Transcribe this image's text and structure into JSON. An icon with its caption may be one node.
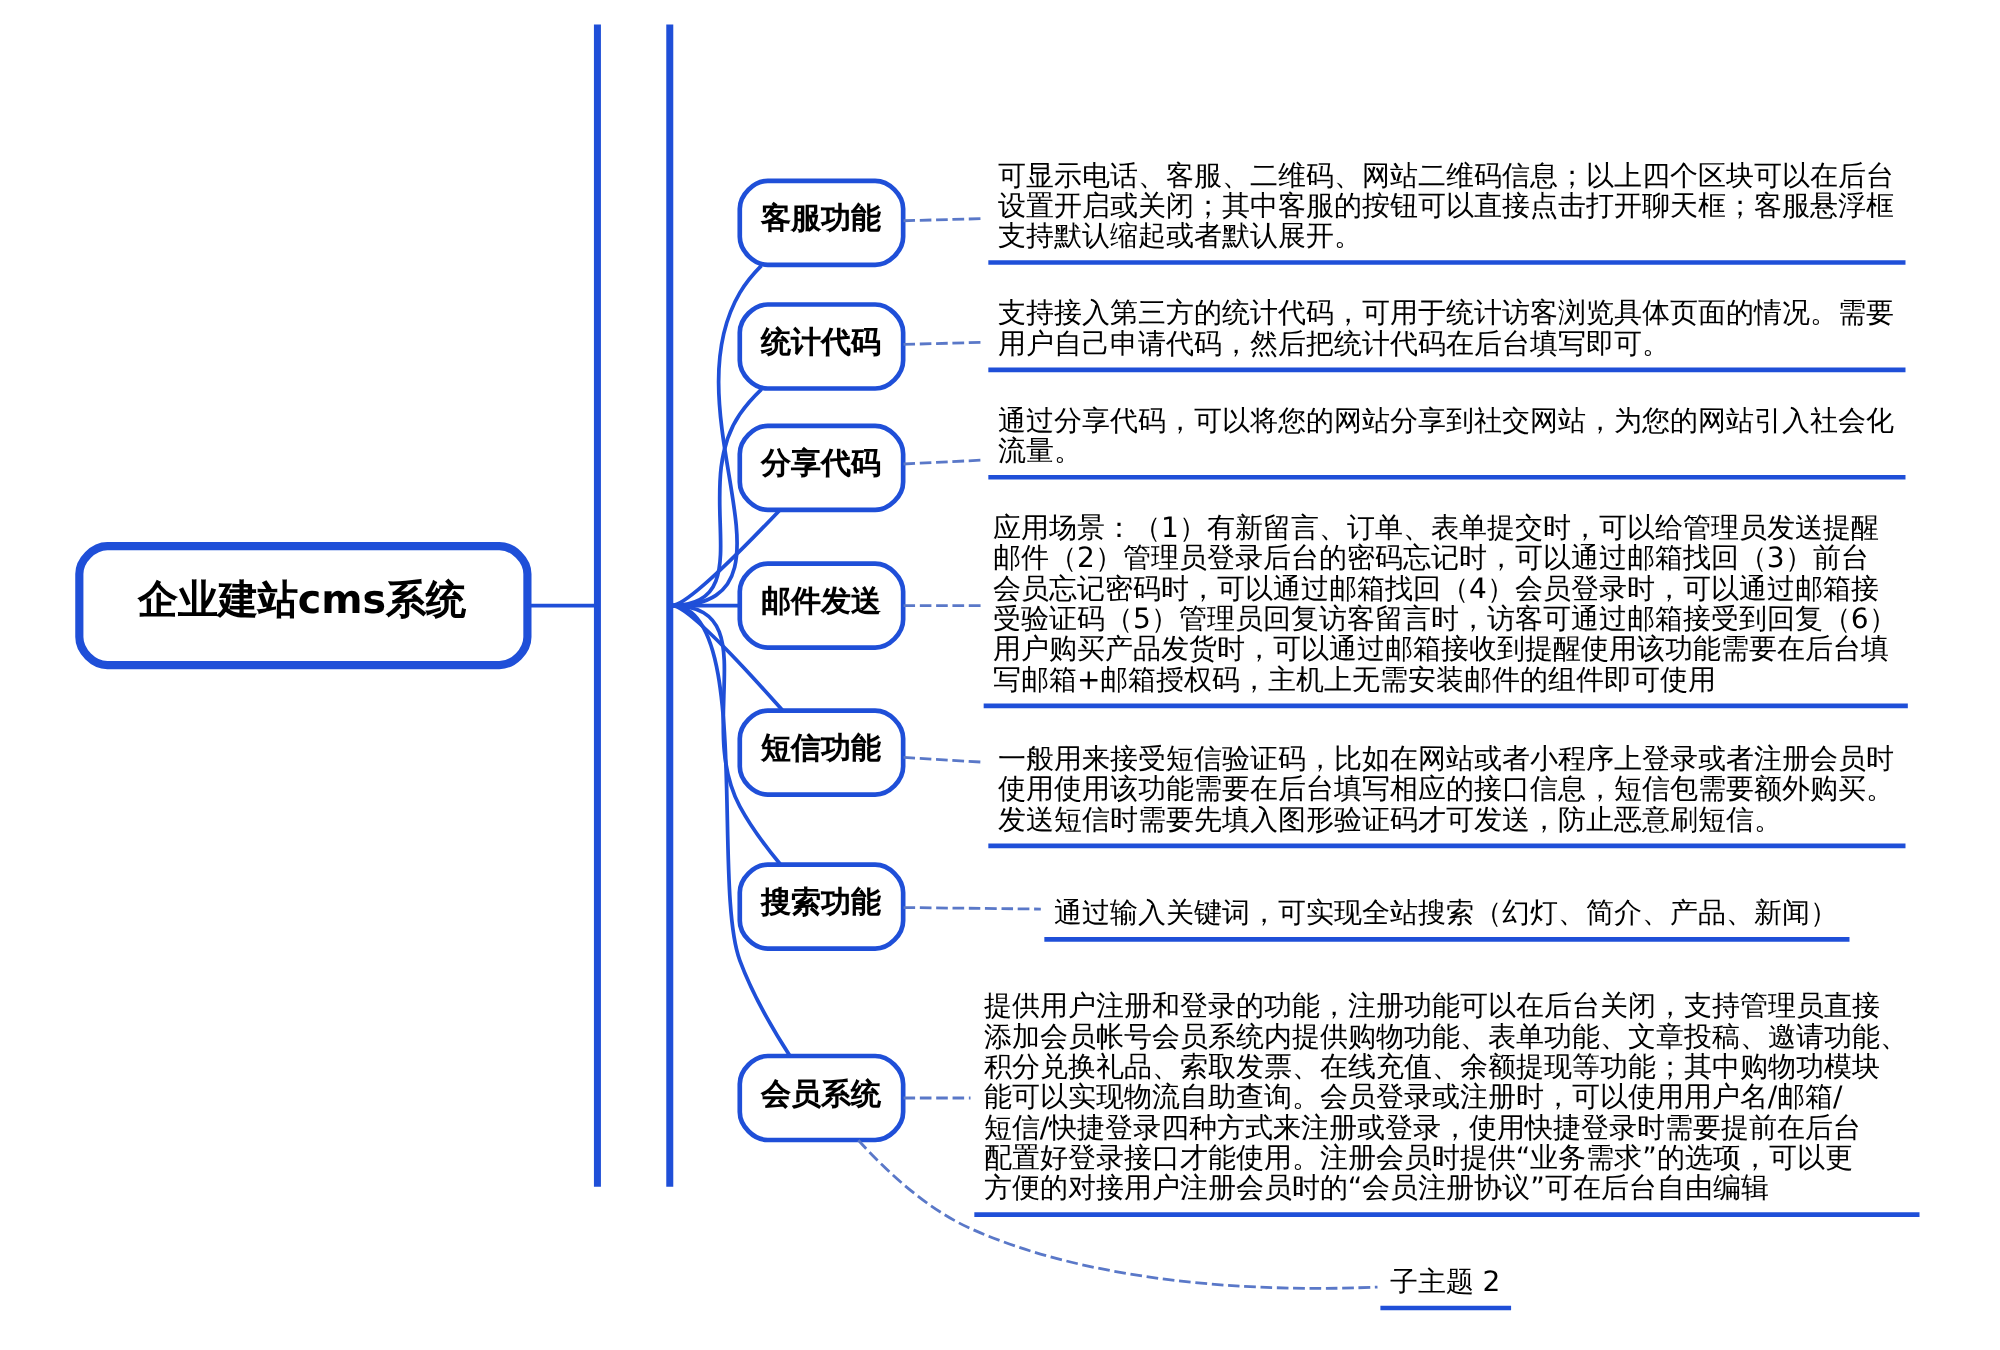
{
  "diagram": {
    "nodes": [
      {
        "text": [
          "企业建站cms系统"
        ]
      },
      {
        "text": [],
        "shape": "bar"
      },
      {
        "text": [],
        "shape": "bar"
      },
      {
        "text": [
          "客服功能"
        ]
      },
      {
        "text": [
          "可显示电话、客服、二维码、网站二维码信息；以上四个区块可以在后台设置开启或关闭；其中客服的按钮可以直接点击打开聊天框；客服悬浮框支持默认缩起或者默认展开。"
        ]
      },
      {
        "text": [
          "统计代码"
        ]
      },
      {
        "text": [
          "支持接入第三方的统计代码，可用于统计访客浏览具体页面的情况。需要用户自己申请代码，然后把统计代码在后台填写即可。"
        ]
      },
      {
        "text": [
          "分享代码"
        ]
      },
      {
        "text": [
          "通过分享代码，可以将您的网站分享到社交网站，为您的网站引入社会化流量。"
        ]
      },
      {
        "text": [
          "邮件发送"
        ]
      },
      {
        "text": [
          "应用场景：（1）有新留言、订单、表单提交时，可以给管理员发送提醒邮件（2）管理员登录后台的密码忘记时，可以通过邮箱找回（3）前台会员忘记密码时，可以通过邮箱找回（4）会员登录时，可以通过邮箱接受验证码（5）管理员回复访客留言时，访客可通过邮箱接受到回复（6）用户购买产品发货时，可以通过邮箱接收到提醒使用该功能需要在后台填写邮箱+邮箱授权码，主机上无需安装邮件的组件即可使用"
        ]
      },
      {
        "text": [
          "短信功能"
        ]
      },
      {
        "text": [
          "一般用来接受短信验证码，比如在网站或者小程序上登录或者注册会员时使用使用该功能需要在后台填写相应的接口信息，短信包需要额外购买。发送短信时需要先填入图形验证码才可发送，防止恶意刷短信。"
        ]
      },
      {
        "text": [
          "搜索功能"
        ]
      },
      {
        "text": [
          "通过输入关键词，可实现全站搜索（幻灯、简介、产品、新闻）"
        ]
      },
      {
        "text": [
          "会员系统"
        ]
      },
      {
        "text": [
          "提供用户注册和登录的功能，注册功能可以在后台关闭，支持管理员直接添加会员帐号会员系统内提供购物功能、表单功能、文章投稿、邀请功能、积分兑换礼品、索取发票、在线充值、余额提现等功能；其中购物功模块能可以实现物流自助查询。会员登录或注册时，可以使用用户名/邮箱/短信/快捷登录四种方式来注册或登录，使用快捷登录时需要提前在后台配置好登录接口才能使用。注册会员时提供“业务需求”的选项，可以更方便的对接用户注册会员时的“会员注册协议”可在后台自由编辑"
        ]
      },
      {
        "text": [
          "子主题 2"
        ]
      }
    ],
    "edges": [
      {
        "from": 0,
        "to": 1,
        "arrow": "none"
      },
      {
        "from": 2,
        "to": 3,
        "arrow": "none"
      },
      {
        "from": 2,
        "to": 5,
        "arrow": "none"
      },
      {
        "from": 2,
        "to": 7,
        "arrow": "none"
      },
      {
        "from": 2,
        "to": 9,
        "arrow": "none"
      },
      {
        "from": 2,
        "to": 11,
        "arrow": "none"
      },
      {
        "from": 2,
        "to": 13,
        "arrow": "none"
      },
      {
        "from": 2,
        "to": 15,
        "arrow": "none"
      },
      {
        "from": 3,
        "to": 4,
        "arrow": "none",
        "style": "dashed"
      },
      {
        "from": 5,
        "to": 6,
        "arrow": "none",
        "style": "dashed"
      },
      {
        "from": 7,
        "to": 8,
        "arrow": "none",
        "style": "dashed"
      },
      {
        "from": 9,
        "to": 10,
        "arrow": "none",
        "style": "dashed"
      },
      {
        "from": 11,
        "to": 12,
        "arrow": "none",
        "style": "dashed"
      },
      {
        "from": 13,
        "to": 14,
        "arrow": "none",
        "style": "dashed"
      },
      {
        "from": 15,
        "to": 16,
        "arrow": "none",
        "style": "dashed"
      },
      {
        "from": 15,
        "to": 17,
        "arrow": "none",
        "style": "dashed"
      }
    ]
  }
}
